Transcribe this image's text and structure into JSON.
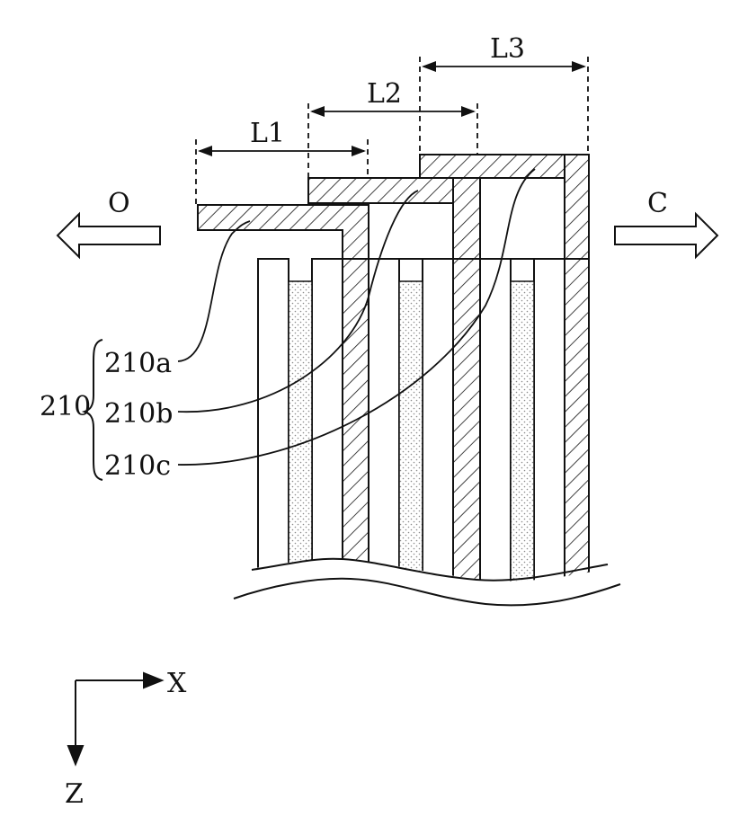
{
  "labels": {
    "L1": "L1",
    "L2": "L2",
    "L3": "L3",
    "open_dir": "O",
    "close_dir": "C",
    "group": "210",
    "part_a": "210a",
    "part_b": "210b",
    "part_c": "210c",
    "axis_x": "X",
    "axis_z": "Z"
  },
  "colors": {
    "ink": "#111111",
    "paper": "#ffffff",
    "fill_dots": "#9a9a9a"
  }
}
